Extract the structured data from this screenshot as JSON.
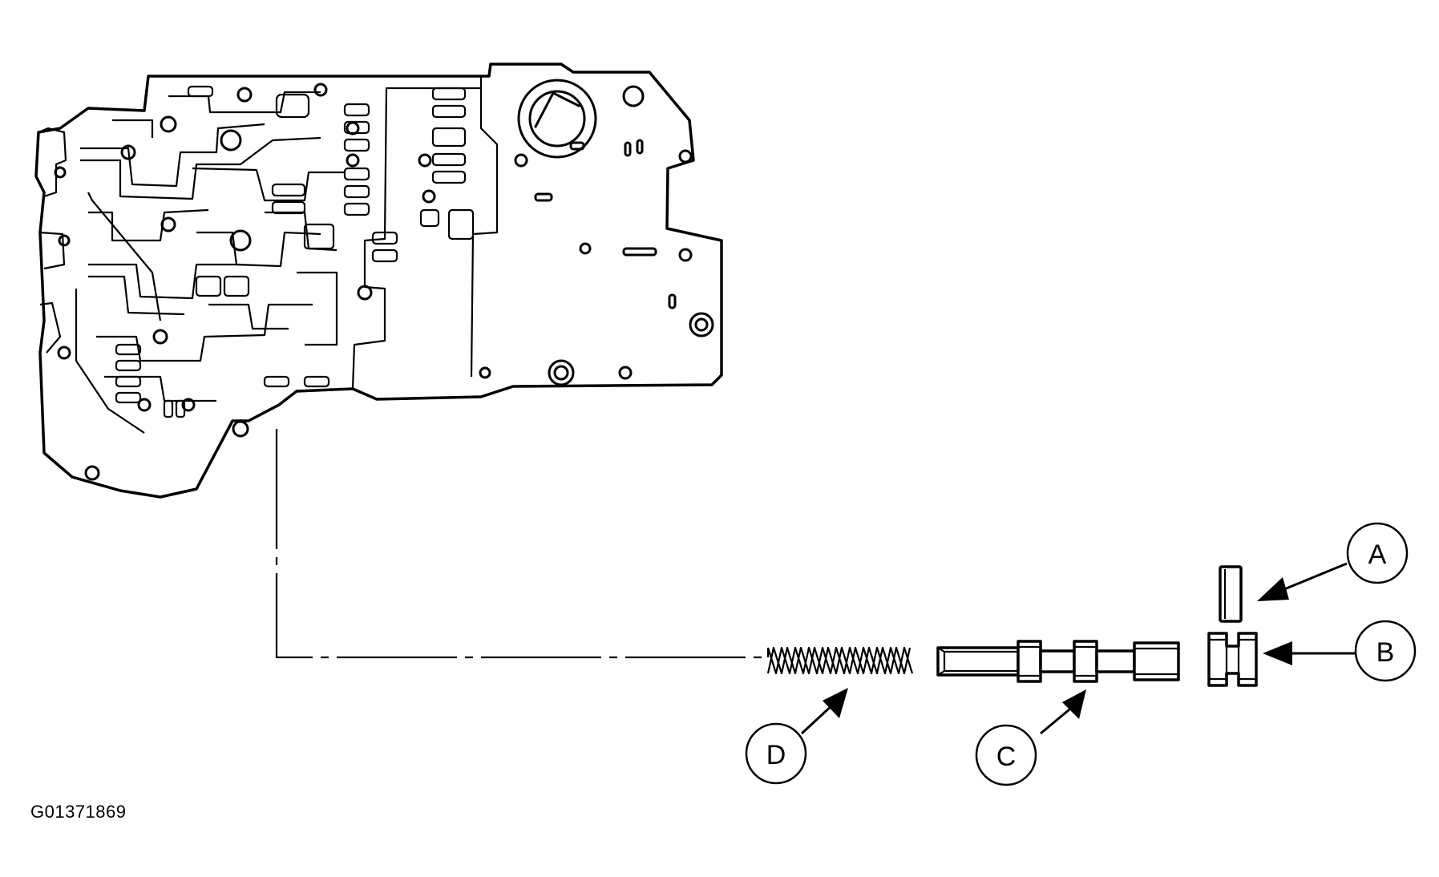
{
  "figure_id": "G01371869",
  "callouts": {
    "a": "A",
    "b": "B",
    "c": "C",
    "d": "D"
  },
  "colors": {
    "ink": "#000000",
    "paper": "#ffffff"
  }
}
